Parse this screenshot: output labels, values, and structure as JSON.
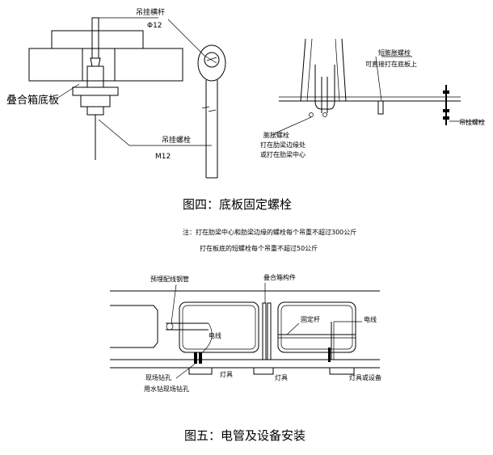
{
  "figure4": {
    "title": "图四：底板固定螺栓",
    "labels": {
      "hanger_rod": "吊挂横杆",
      "rod_diameter": "Φ12",
      "slab_base": "叠合箱底板",
      "hanger_bolt": "吊挂螺栓",
      "bolt_size": "M12",
      "short_expansion_bolt": "短膨胀螺栓",
      "short_bolt_note": "可直接打在底板上",
      "expansion_bolt": "膨胀螺栓",
      "expansion_note_1": "打在肋梁边缘处",
      "expansion_note_2": "或打在肋梁中心",
      "hanger_bolt_right": "吊挂螺栓"
    },
    "note_1": "注：打在肋梁中心和肋梁边缘的螺栓每个吊重不超过300公斤",
    "note_2": "打在板底的短螺栓每个吊重不超过50公斤"
  },
  "figure5": {
    "title": "图五：电管及设备安装",
    "labels": {
      "conduit": "预埋配线钢管",
      "box_member": "叠合箱构件",
      "fixing_rod": "固定杆",
      "wire_right": "电线",
      "wire_left": "电线",
      "drill_hole_1": "现场钻孔",
      "drill_hole_2": "用水钻现场钻孔",
      "lamp_1": "灯具",
      "lamp_2": "灯具",
      "lamp_device": "灯具或设备"
    }
  }
}
